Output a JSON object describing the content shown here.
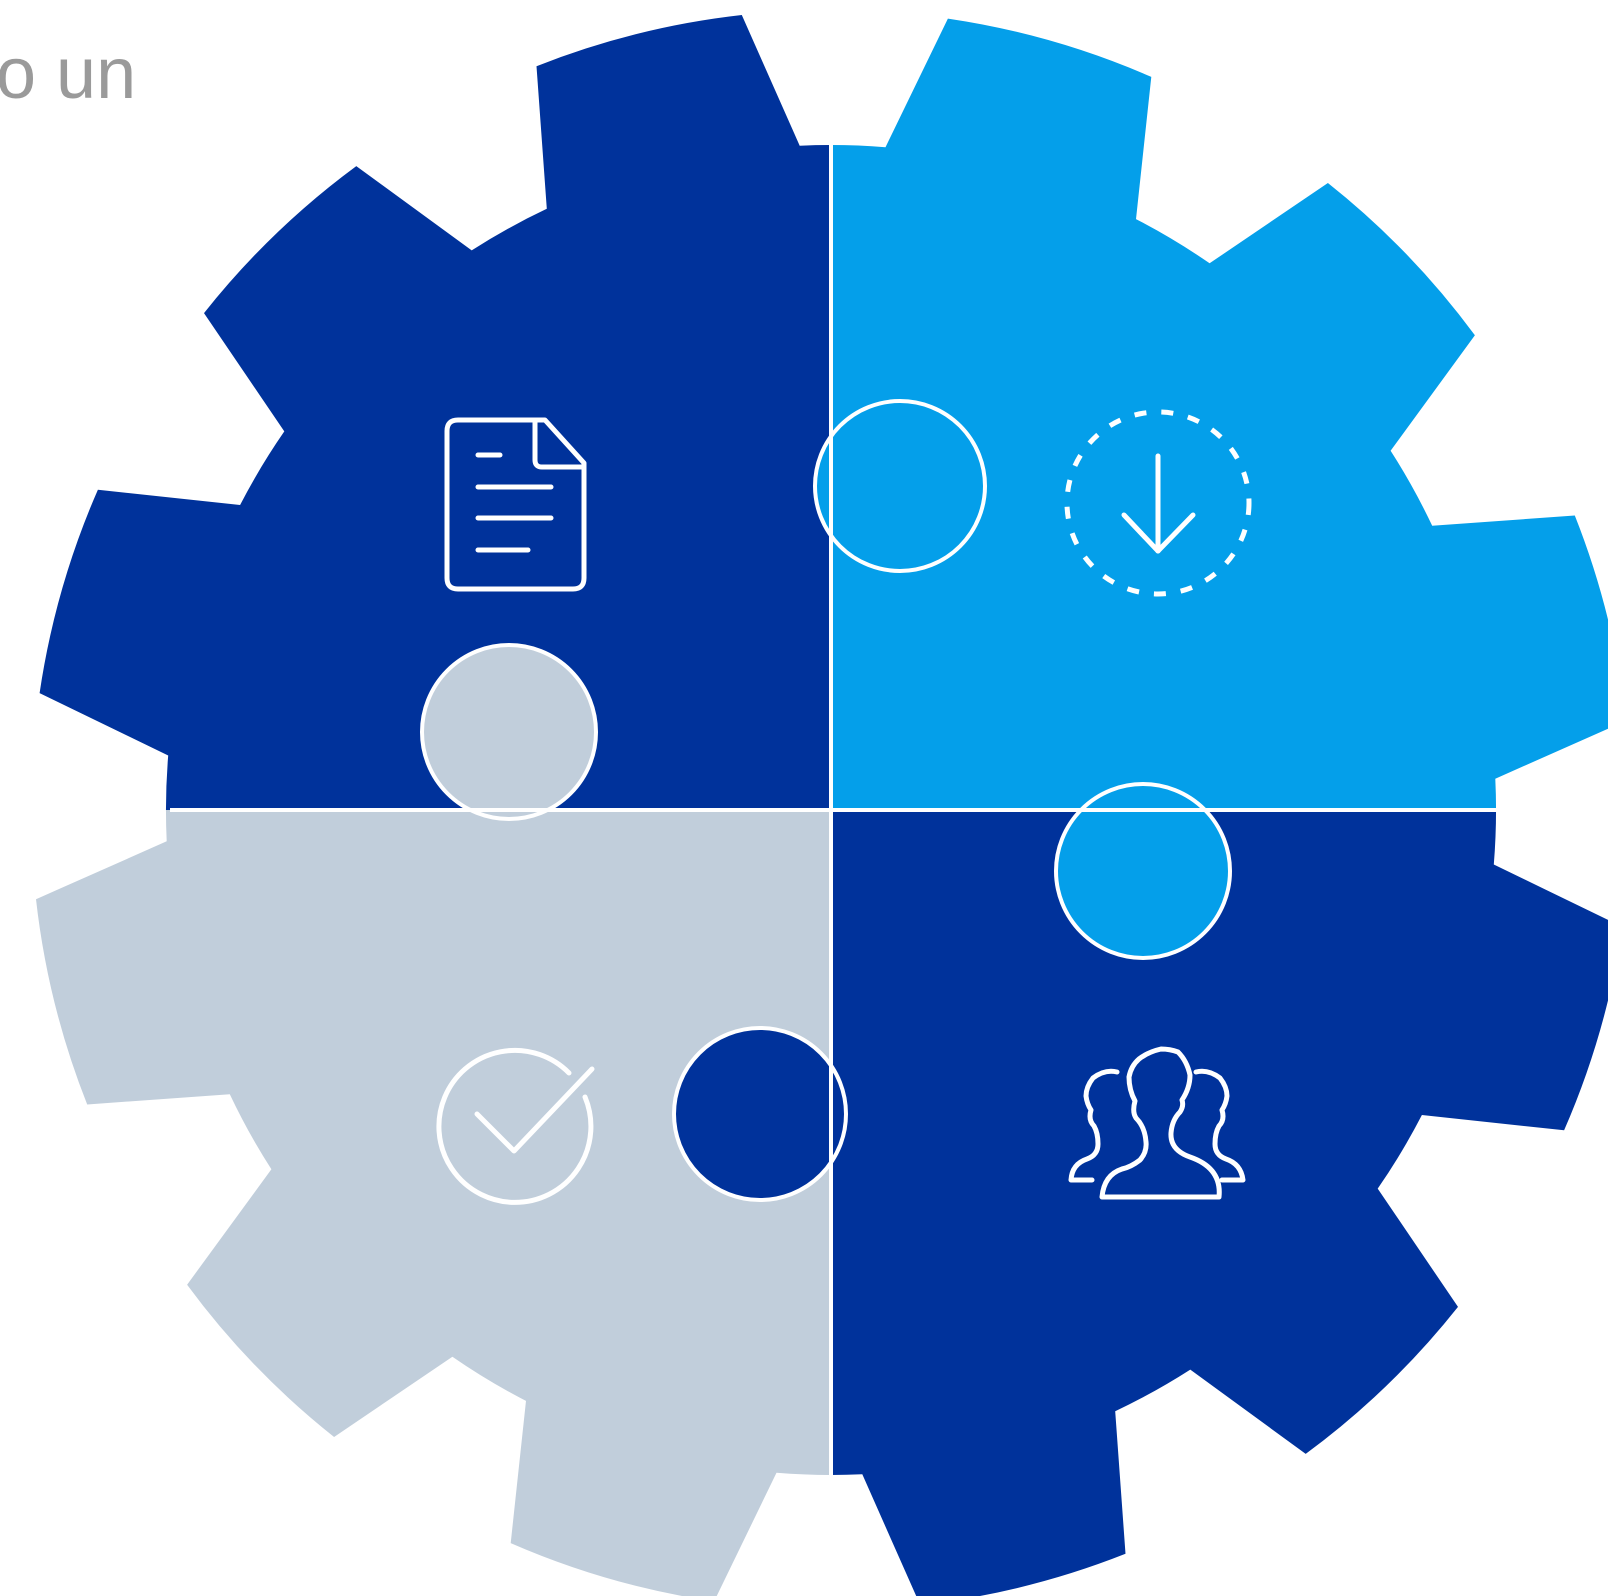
{
  "title_fragment": "o un",
  "colors": {
    "dark_blue": "#00329b",
    "light_blue": "#049fea",
    "gray": "#c1cedb",
    "fragment_text": "#9a9a9a",
    "line": "#ffffff"
  },
  "pieces": [
    {
      "position": "top-left",
      "color": "dark_blue",
      "icon": "document-icon"
    },
    {
      "position": "top-right",
      "color": "light_blue",
      "icon": "download-icon"
    },
    {
      "position": "bottom-left",
      "color": "gray",
      "icon": "checkmark-circle-icon"
    },
    {
      "position": "bottom-right",
      "color": "dark_blue",
      "icon": "team-icon"
    }
  ]
}
